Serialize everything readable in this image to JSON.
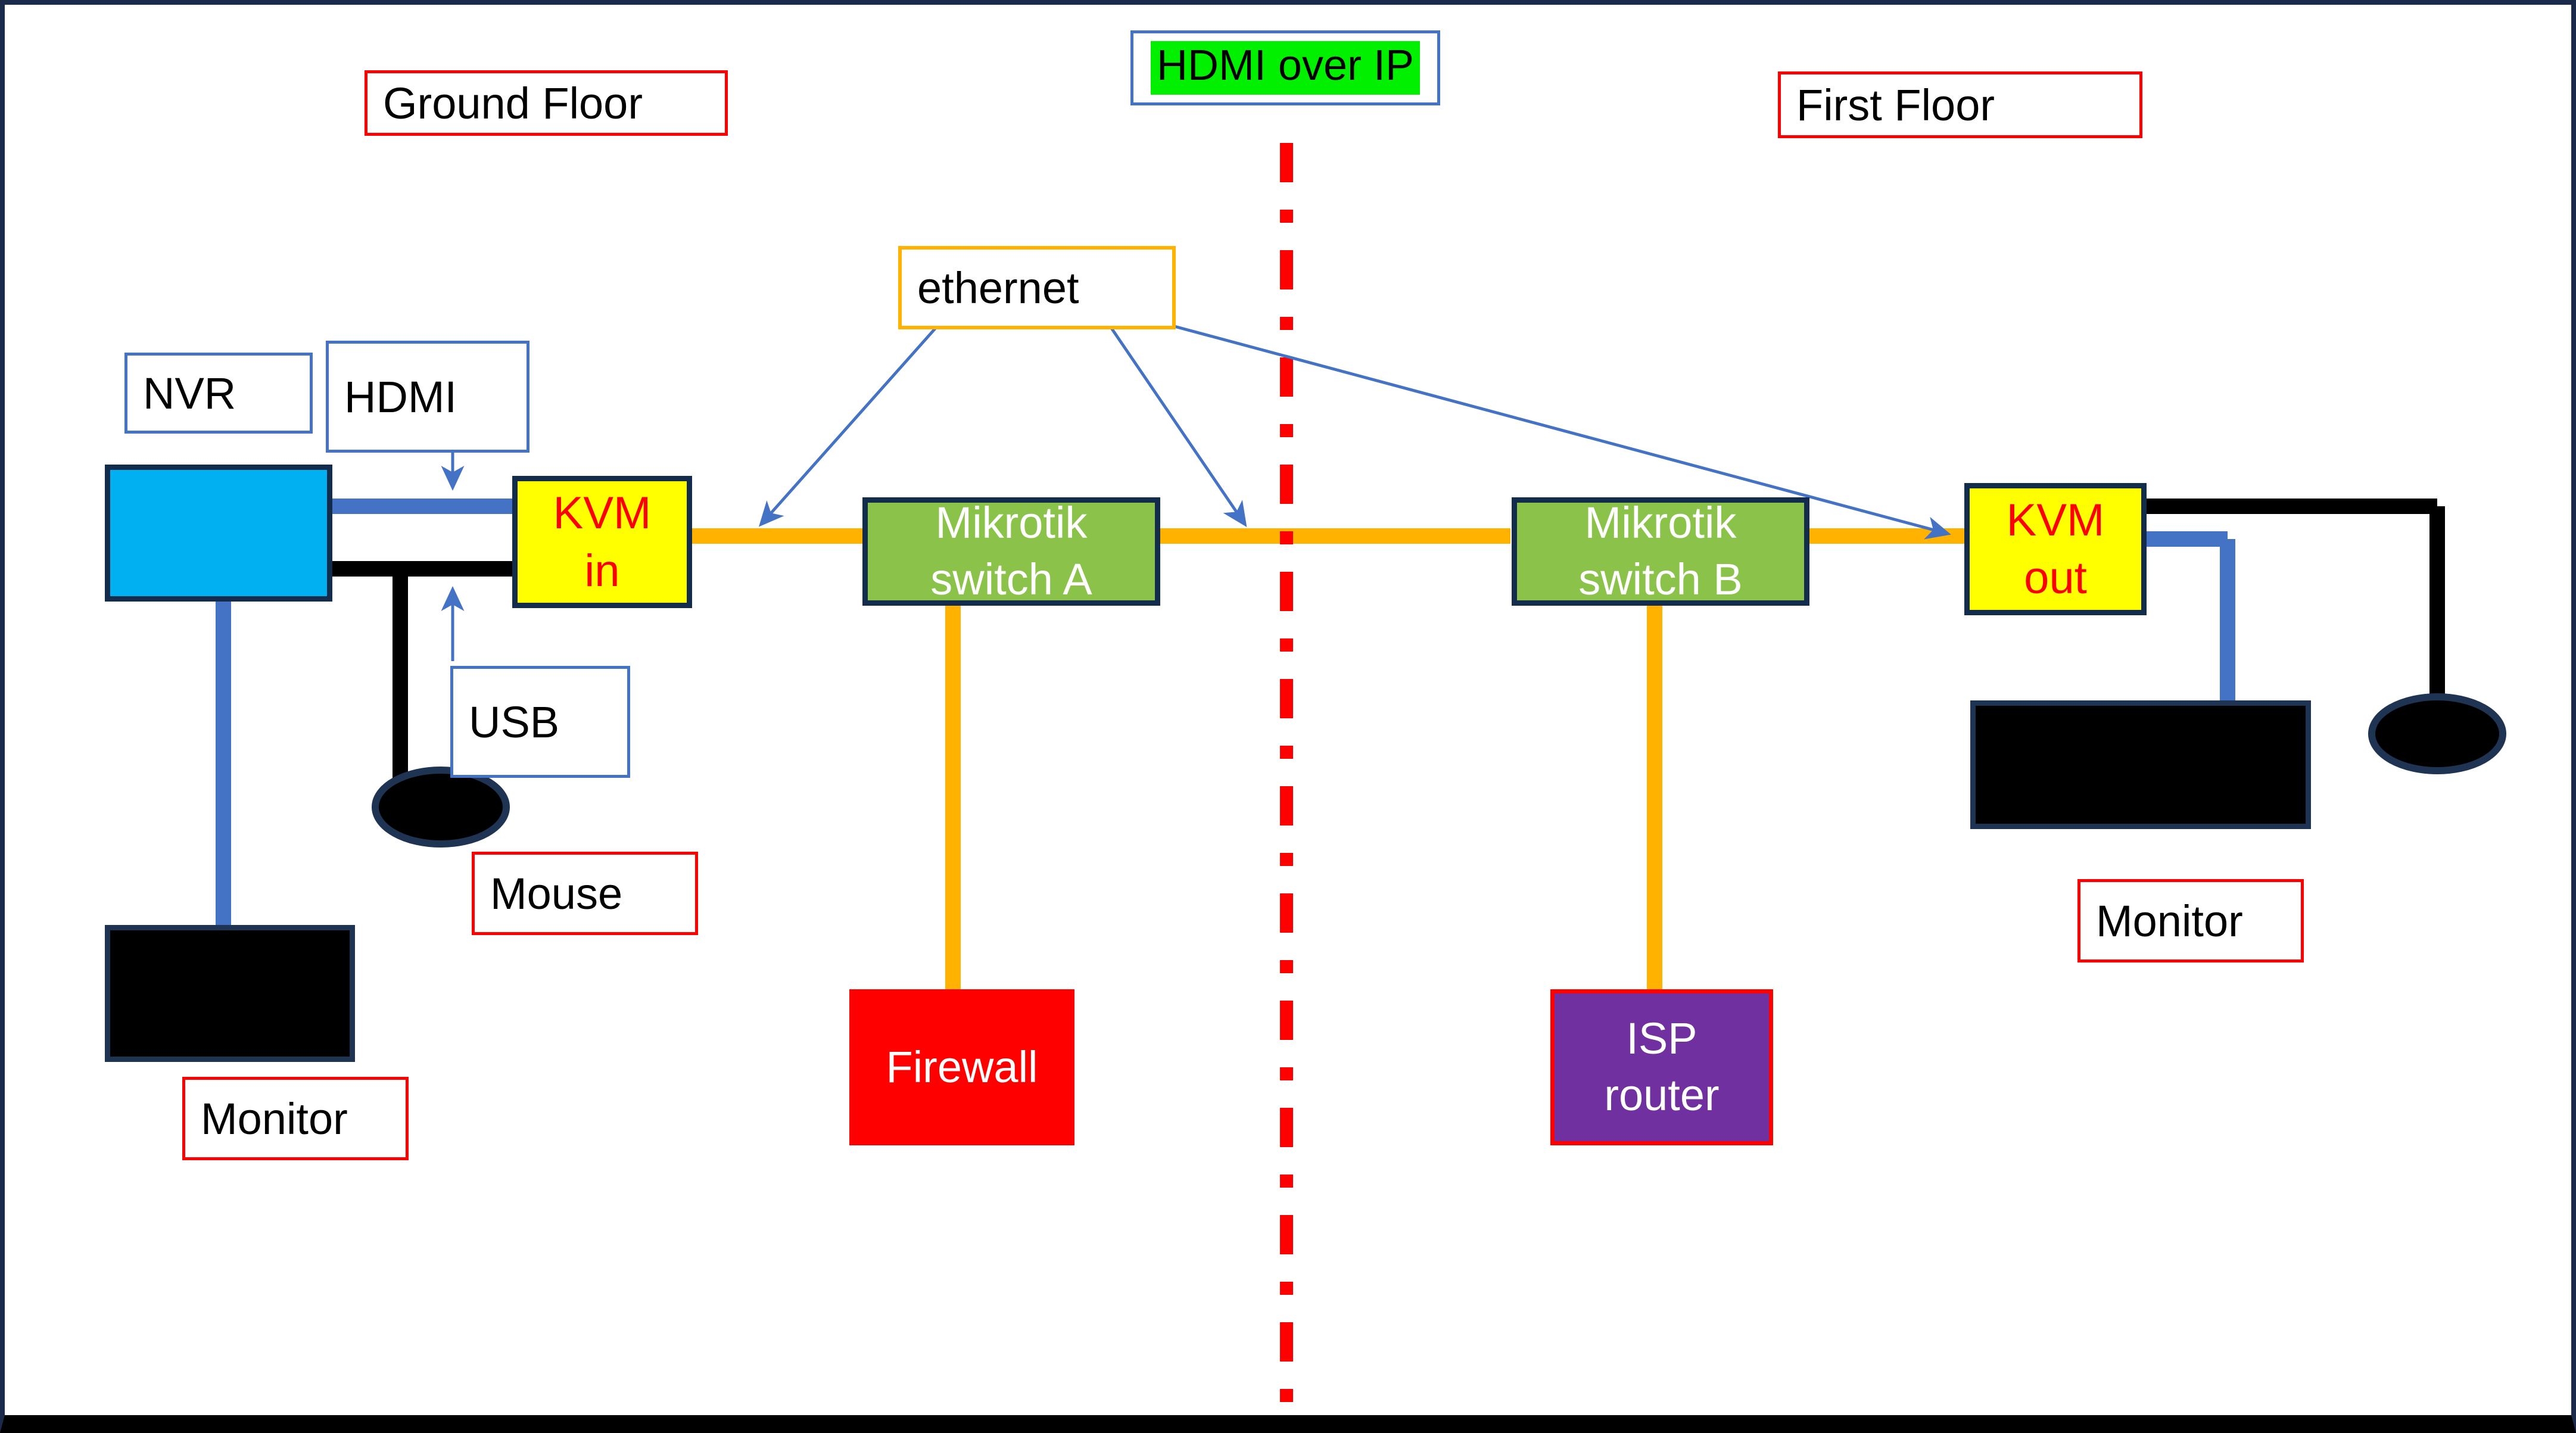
{
  "diagram": {
    "title": "KVM over IP network layout across two floors",
    "background": "#ffffff",
    "border_color": "#1b2a4a",
    "bottom_border_color": "#000000"
  },
  "zones": {
    "ground_floor": {
      "label": "Ground Floor",
      "border_color": "#ff0000"
    },
    "first_floor": {
      "label": "First Floor",
      "border_color": "#ff0000"
    },
    "divider": {
      "color": "#ff0000",
      "style": "dash-dot",
      "orientation": "vertical"
    }
  },
  "banner": {
    "label": "HDMI over IP",
    "highlight_color": "#00f000",
    "box_border_color": "#4472c4"
  },
  "devices": {
    "nvr": {
      "label": "",
      "fill": "#00b0f0",
      "border": "#142c4c"
    },
    "kvm_in": {
      "line1": "KVM",
      "line2": "in",
      "fill": "#ffff00",
      "text_color": "#ff0000",
      "border": "#142c4c"
    },
    "kvm_out": {
      "line1": "KVM",
      "line2": "out",
      "fill": "#ffff00",
      "text_color": "#ff0000",
      "border": "#142c4c"
    },
    "switch_a": {
      "line1": "Mikrotik",
      "line2": "switch A",
      "fill": "#8bc34a",
      "text_color": "#ffffff",
      "border": "#142c4c"
    },
    "switch_b": {
      "line1": "Mikrotik",
      "line2": "switch B",
      "fill": "#8bc34a",
      "text_color": "#ffffff",
      "border": "#142c4c"
    },
    "firewall": {
      "label": "Firewall",
      "fill": "#ff0000",
      "text_color": "#ffffff"
    },
    "isp_router": {
      "line1": "ISP",
      "line2": "router",
      "fill": "#7030a0",
      "text_color": "#ffffff",
      "border": "#ff0000"
    },
    "monitor_ground": {
      "label": "",
      "fill": "#000000",
      "border": "#1f3353"
    },
    "monitor_first": {
      "label": "",
      "fill": "#000000",
      "border": "#1f3353"
    },
    "mouse_ground": {
      "label": "",
      "fill": "#000000",
      "border": "#1f3353"
    },
    "mouse_first": {
      "label": "",
      "fill": "#000000",
      "border": "#1f3353"
    }
  },
  "callouts": {
    "nvr": {
      "label": "NVR",
      "border_color": "#4472c4"
    },
    "hdmi": {
      "label": "HDMI",
      "border_color": "#4472c4"
    },
    "usb": {
      "label": "USB",
      "border_color": "#4472c4"
    },
    "ethernet": {
      "label": "ethernet",
      "border_color": "#ffb300"
    },
    "mouse": {
      "label": "Mouse",
      "border_color": "#ff0000"
    },
    "monitor_ground": {
      "label": "Monitor",
      "border_color": "#ff0000"
    },
    "monitor_first": {
      "label": "Monitor",
      "border_color": "#ff0000"
    }
  },
  "cables": {
    "hdmi": {
      "color": "#4472c4",
      "name": "HDMI cable"
    },
    "usb": {
      "color": "#000000",
      "name": "USB cable"
    },
    "ethernet": {
      "color": "#ffb300",
      "name": "Ethernet cable"
    },
    "pointer": {
      "color": "#4472c4",
      "name": "Annotation arrow"
    }
  }
}
